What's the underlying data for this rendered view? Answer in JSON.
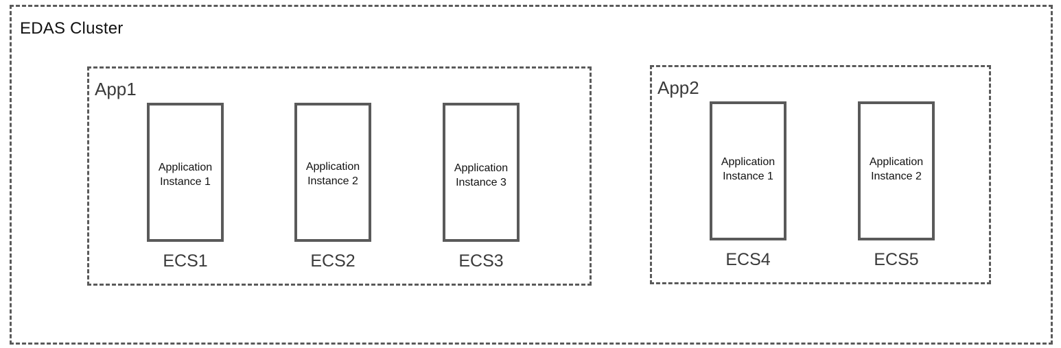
{
  "cluster": {
    "title": "EDAS Cluster"
  },
  "apps": [
    {
      "title": "App1",
      "nodes": [
        {
          "line1": "Application",
          "line2": "Instance  1",
          "ecs": "ECS1"
        },
        {
          "line1": "Application",
          "line2": "Instance  2",
          "ecs": "ECS2"
        },
        {
          "line1": "Application",
          "line2": "Instance  3",
          "ecs": "ECS3"
        }
      ]
    },
    {
      "title": "App2",
      "nodes": [
        {
          "line1": "Application",
          "line2": "Instance  1",
          "ecs": "ECS4"
        },
        {
          "line1": "Application",
          "line2": "Instance  2",
          "ecs": "ECS5"
        }
      ]
    }
  ],
  "colors": {
    "border": "#5a5a5a",
    "text": "#3a3a3a"
  }
}
